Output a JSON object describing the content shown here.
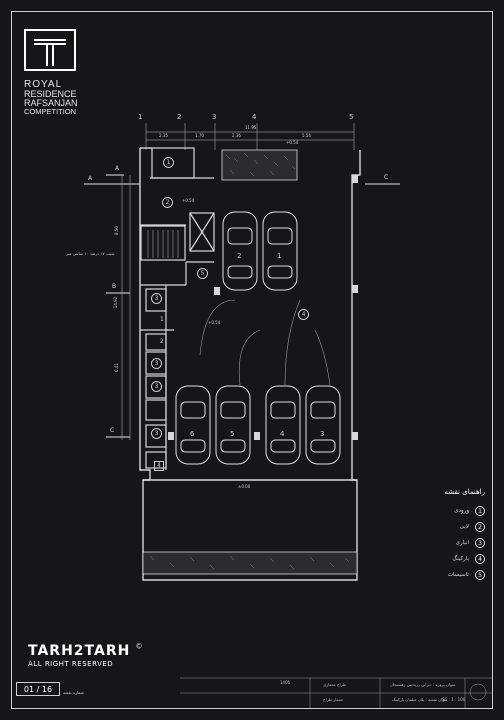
{
  "logo": {
    "line1": "ROYAL",
    "line2": "RESIDENCE",
    "line3": "RAFSANJAN",
    "line4": "COMPETITION"
  },
  "plan": {
    "grid_numbers": [
      "1",
      "2",
      "3",
      "4",
      "5"
    ],
    "dimensions": [
      "2.35",
      "1.70",
      "2.36",
      "11.95",
      "5.54",
      "8.50",
      "14.92",
      "6.41"
    ],
    "section_marks": [
      "A",
      "A",
      "B",
      "C",
      "C"
    ],
    "level_labels": [
      "+0.54",
      "+0.54",
      "±0.00",
      "+0.54"
    ],
    "stair_note": "شیب ۱۷ درصد ۱۰ سانتی متر",
    "parking_numbers": [
      "2",
      "1",
      "6",
      "5",
      "4",
      "3"
    ],
    "room_numbers": [
      "1",
      "2",
      "5",
      "3",
      "1",
      "2",
      "3",
      "3",
      "3",
      "4",
      "4"
    ]
  },
  "legend": {
    "title": "راهنمای نقشه",
    "items": [
      {
        "num": "1",
        "label": "ورودی"
      },
      {
        "num": "2",
        "label": "لابی"
      },
      {
        "num": "3",
        "label": "انباری"
      },
      {
        "num": "4",
        "label": "پارکینگ"
      },
      {
        "num": "5",
        "label": "تاسیسات"
      }
    ]
  },
  "brand": {
    "name": "TARH2TARH",
    "registered": "©",
    "rights": "ALL RIGHT RESERVED"
  },
  "sheet": {
    "number": "01 / 16",
    "label": "شماره نقشه"
  },
  "title_block": {
    "project": "عنوان پروژه : دیزاین رزیدنس رفسنجان",
    "drawing": "عنوان نقشه : پلان مبلمان پارکینگ",
    "scale": "SC : 1 : 100",
    "designer": "طراح معماری",
    "architect": "معمار طراح",
    "date": "1405"
  }
}
